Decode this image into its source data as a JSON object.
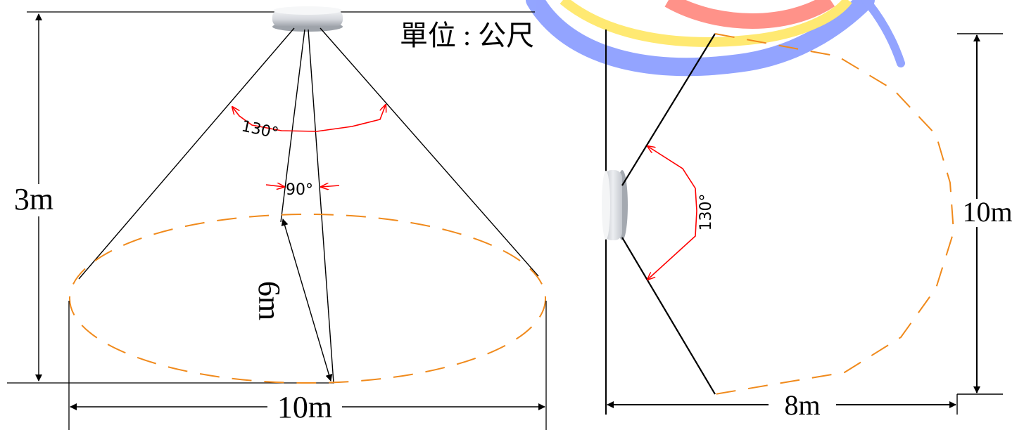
{
  "units_label": "單位 : 公尺",
  "left_view": {
    "height_label": "3m",
    "width_label": "10m",
    "diagonal_label": "6m",
    "wide_angle_label": "130°",
    "narrow_angle_label": "90°"
  },
  "right_view": {
    "angle_label": "130°",
    "height_label": "10m",
    "depth_label": "8m"
  },
  "colors": {
    "line": "#000000",
    "angle_arc": "#ff0000",
    "coverage_dash": "#f08a1c",
    "watermark_blue": "#3b5bff",
    "watermark_yellow": "#ffd800",
    "watermark_red": "#ff3a2a",
    "sensor_body": "#dcdfe3"
  }
}
